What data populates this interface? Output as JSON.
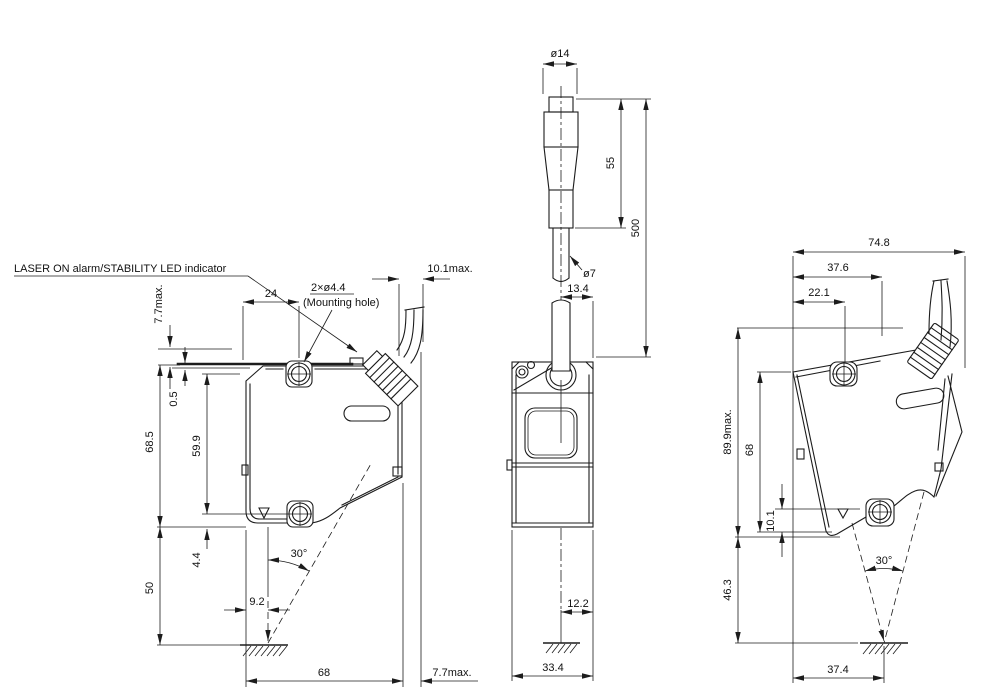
{
  "front_view": {
    "led_label": "LASER ON alarm/STABILITY LED indicator",
    "dim_top_width": "24",
    "hole_label": "2×ø4.4",
    "hole_sublabel": "(Mounting hole)",
    "dim_cable_protrusion": "10.1max.",
    "dim_bracket_height": "7.7max.",
    "dim_gap": "0.5",
    "dim_height": "68.5",
    "dim_hole_span": "59.9",
    "dim_hole_to_bottom": "4.4",
    "dim_reference_distance": "50",
    "dim_beam_offset": "9.2",
    "beam_angle": "30°",
    "dim_width": "68",
    "dim_side_protrusion": "7.7max."
  },
  "side_view": {
    "dim_connector_diameter": "ø14",
    "dim_connector_length": "55",
    "dim_cable_length": "500",
    "dim_cable_diameter": "ø7",
    "dim_cable_offset": "13.4",
    "dim_beam_offset": "12.2",
    "dim_width": "33.4"
  },
  "right_view": {
    "dim_overall_width": "74.8",
    "dim_upper_width": "37.6",
    "dim_hole_offset": "22.1",
    "dim_overall_height": "89.9max.",
    "dim_height": "68",
    "dim_bottom_gap": "10.1",
    "dim_reference_distance": "46.3",
    "beam_angle": "30°",
    "dim_spot_offset": "37.4"
  },
  "colors": {
    "line": "#1c1c1c",
    "background": "#ffffff"
  }
}
